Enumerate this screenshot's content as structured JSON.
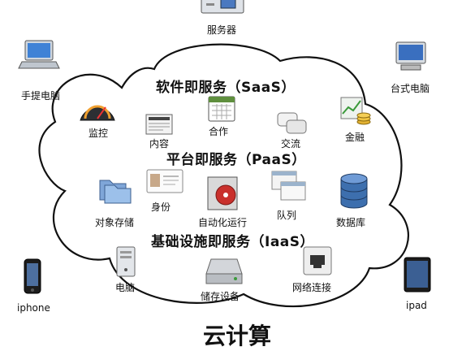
{
  "outside": {
    "server": "服务器",
    "laptop": "手提电脑",
    "desktop": "台式电脑",
    "iphone": "iphone",
    "ipad": "ipad"
  },
  "layers": {
    "saas": "软件即服务（SaaS）",
    "paas": "平台即服务（PaaS）",
    "iaas": "基础设施即服务（IaaS）"
  },
  "saas_items": {
    "monitor": "监控",
    "content": "内容",
    "collab": "合作",
    "comm": "交流",
    "finance": "金融"
  },
  "paas_items": {
    "identity": "身份",
    "object_store": "对象存储",
    "automation": "自动化运行",
    "queue": "队列",
    "database": "数据库"
  },
  "iaas_items": {
    "computer": "电脑",
    "storage_device": "储存设备",
    "network": "网络连接"
  },
  "footer_title": "云计算",
  "icon_names": [
    "server-icon",
    "laptop-icon",
    "desktop-icon",
    "iphone-icon",
    "ipad-icon",
    "gauge-icon",
    "newspaper-icon",
    "calendar-icon",
    "chat-bubbles-icon",
    "coins-chart-icon",
    "folders-icon",
    "id-card-icon",
    "disc-box-icon",
    "windows-stack-icon",
    "database-cylinder-icon",
    "tower-pc-icon",
    "hard-drive-icon",
    "ethernet-port-icon"
  ]
}
